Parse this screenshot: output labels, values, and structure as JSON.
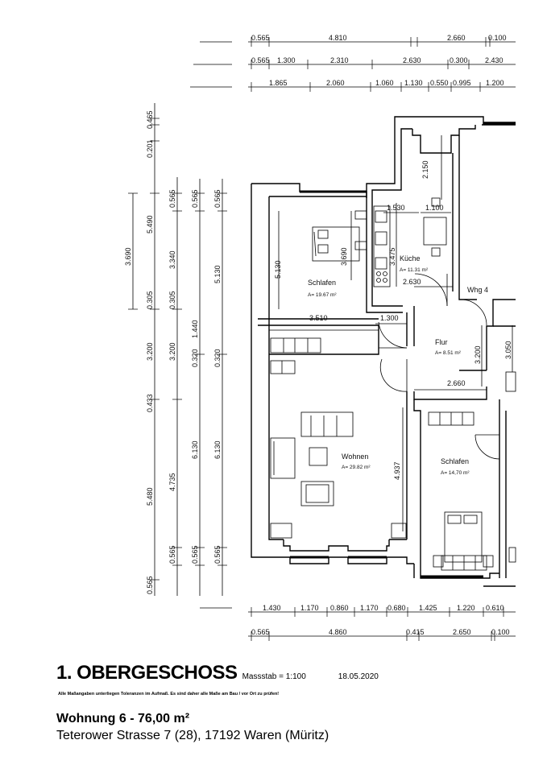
{
  "dims_top_row1": [
    "0.565",
    "4.810",
    "2.660",
    "0.100"
  ],
  "dims_top_row2": [
    "0.565",
    "1.300",
    "2.310",
    "2.630",
    "0.300",
    "2.430"
  ],
  "dims_top_row3": [
    "1.865",
    "2.060",
    "1.060",
    "1.130",
    "0.550",
    "0.995",
    "1.200"
  ],
  "dims_bottom_row1": [
    "1.430",
    "1.170",
    "0.860",
    "1.170",
    "0.680",
    "1.425",
    "1.220",
    "0.610"
  ],
  "dims_bottom_row2": [
    "0.565",
    "4.860",
    "0.415",
    "2.650",
    "0.100"
  ],
  "dims_left_col1": [
    "0.201",
    "0.465",
    "3.690"
  ],
  "dims_left_col2": [
    "5.490",
    "0.305",
    "3.200",
    "0.433",
    "5.480",
    "0.565"
  ],
  "dims_left_col3": [
    "0.565",
    "3.340",
    "0.305",
    "3.200",
    "4.735",
    "0.565"
  ],
  "dims_left_col4": [
    "0.565",
    "1.440",
    "0.320",
    "6.130",
    "0.565"
  ],
  "dims_left_col5": [
    "0.565",
    "5.130",
    "0.320",
    "6.130",
    "0.565"
  ],
  "dims_inner": {
    "kitchen_w1": "1.530",
    "kitchen_w2": "1.100",
    "kitchen_h": "3.475",
    "kitchen_top": "2.150",
    "kitchen_w3": "2.630",
    "bed1_h": "5.130",
    "bed1_h2": "3.690",
    "bed1_w": "3.510",
    "hall_gap": "1.300",
    "hall_h": "3.200",
    "hall_w": "2.660",
    "right_h": "3.050",
    "living_h": "4.937"
  },
  "rooms": {
    "schlafen1": {
      "name": "Schlafen",
      "area": "A= 19.67 m²"
    },
    "kueche": {
      "name": "Küche",
      "area": "A= 11.31 m²"
    },
    "wohnen": {
      "name": "Wohnen",
      "area": "A= 29.82 m²"
    },
    "flur": {
      "name": "Flur",
      "area": "A= 8.51 m²"
    },
    "schlafen2": {
      "name": "Schlafen",
      "area": "A= 14,70 m²"
    },
    "whg4": {
      "name": "Whg 4"
    }
  },
  "footer": {
    "floor_title": "1. OBERGESCHOSS",
    "scale": "Massstab = 1:100",
    "date": "18.05.2020",
    "note": "Alle Maßangaben unterliegen Toleranzen im Aufmaß. Es sind daher alle Maße am Bau / vor Ort zu prüfen!",
    "unit": "Wohnung 6 - 76,00 m²",
    "address": "Teterower Strasse 7 (28), 17192 Waren (Müritz)"
  }
}
